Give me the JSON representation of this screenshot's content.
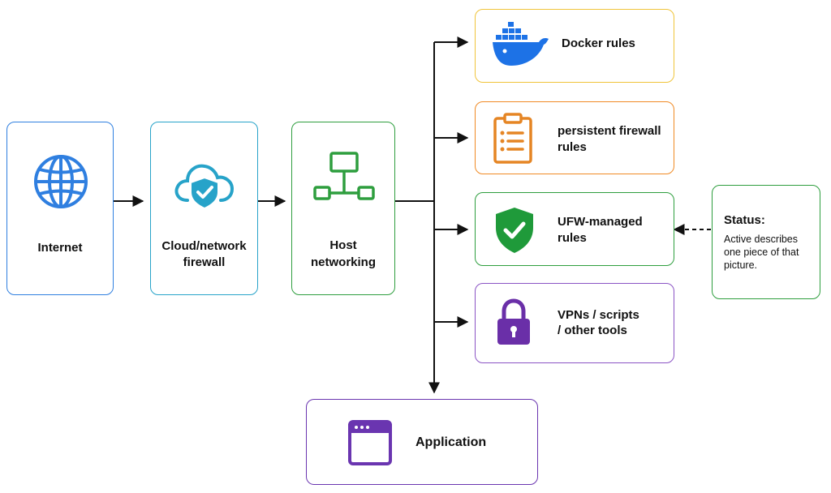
{
  "colors": {
    "internet": "#2f7fe0",
    "cloud": "#27a3c9",
    "host": "#2e9e3e",
    "docker": "#f0c43a",
    "docker_icon": "#1d72e6",
    "persistent": "#f08a24",
    "persistent_icon": "#e58524",
    "ufw": "#2e9e3e",
    "ufw_icon": "#1f9a3a",
    "vpn": "#8b54c4",
    "vpn_icon": "#6a2fa8",
    "application": "#6a35b0",
    "status": "#2e9e3e",
    "arrow": "#111111"
  },
  "nodes": {
    "internet": {
      "label": "Internet",
      "icon": "globe-icon"
    },
    "cloud": {
      "label_line1": "Cloud/network",
      "label_line2": "firewall",
      "icon": "cloud-shield-icon"
    },
    "host": {
      "label_line1": "Host",
      "label_line2": "networking",
      "icon": "network-icon"
    },
    "docker": {
      "label": "Docker rules",
      "icon": "docker-whale-icon"
    },
    "persistent": {
      "label_line1": "persistent firewall",
      "label_line2": "rules",
      "icon": "clipboard-list-icon"
    },
    "ufw": {
      "label_line1": "UFW-managed",
      "label_line2": "rules",
      "icon": "shield-check-icon"
    },
    "vpn": {
      "label_line1": "VPNs / scripts",
      "label_line2": "/ other tools",
      "icon": "padlock-icon"
    },
    "application": {
      "label": "Application",
      "icon": "app-window-icon"
    }
  },
  "status": {
    "title": "Status:",
    "text": "Active describes one piece of that picture."
  }
}
